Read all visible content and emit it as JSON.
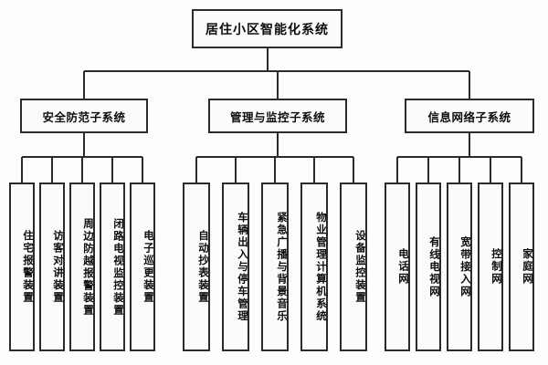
{
  "diagram": {
    "title": "居住小区智能化系统",
    "type": "hierarchical-tree",
    "levels": 3,
    "root": {
      "label": "居住小区智能化系统"
    },
    "branches": [
      {
        "id": "security",
        "label": "安全防范子系统",
        "leaves": [
          {
            "label": "住宅报警装置"
          },
          {
            "label": "访客对讲装置"
          },
          {
            "label": "周边防越报警装置"
          },
          {
            "label": "闭路电视监控装置"
          },
          {
            "label": "电子巡更装置"
          }
        ]
      },
      {
        "id": "management",
        "label": "管理与监控子系统",
        "leaves": [
          {
            "label": "自动抄表装置"
          },
          {
            "label": "车辆出入与停车管理"
          },
          {
            "label": "紧急广播与背景音乐"
          },
          {
            "label": "物业管理计算机系统"
          },
          {
            "label": "设备监控装置"
          }
        ]
      },
      {
        "id": "network",
        "label": "信息网络子系统",
        "leaves": [
          {
            "label": "电话网"
          },
          {
            "label": "有线电视网"
          },
          {
            "label": "宽带接入网"
          },
          {
            "label": "控制网"
          },
          {
            "label": "家庭网"
          }
        ]
      }
    ],
    "colors": {
      "line": "#2b2b2b",
      "box_fill": "#fbfbfb",
      "box_border": "#2b2b2b",
      "text": "#0d0d0d",
      "background": "#fdfdfd"
    }
  }
}
